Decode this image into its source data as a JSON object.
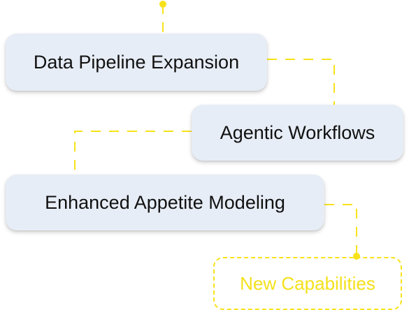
{
  "steps": [
    {
      "label": "Data Pipeline Expansion"
    },
    {
      "label": "Agentic Workflows"
    },
    {
      "label": "Enhanced Appetite Modeling"
    }
  ],
  "outcome": {
    "label": "New Capabilities"
  },
  "colors": {
    "connector": "#f7e21a",
    "box_fill": "#e7edf6",
    "text": "#111111",
    "outcome_text": "#f4e11c"
  }
}
